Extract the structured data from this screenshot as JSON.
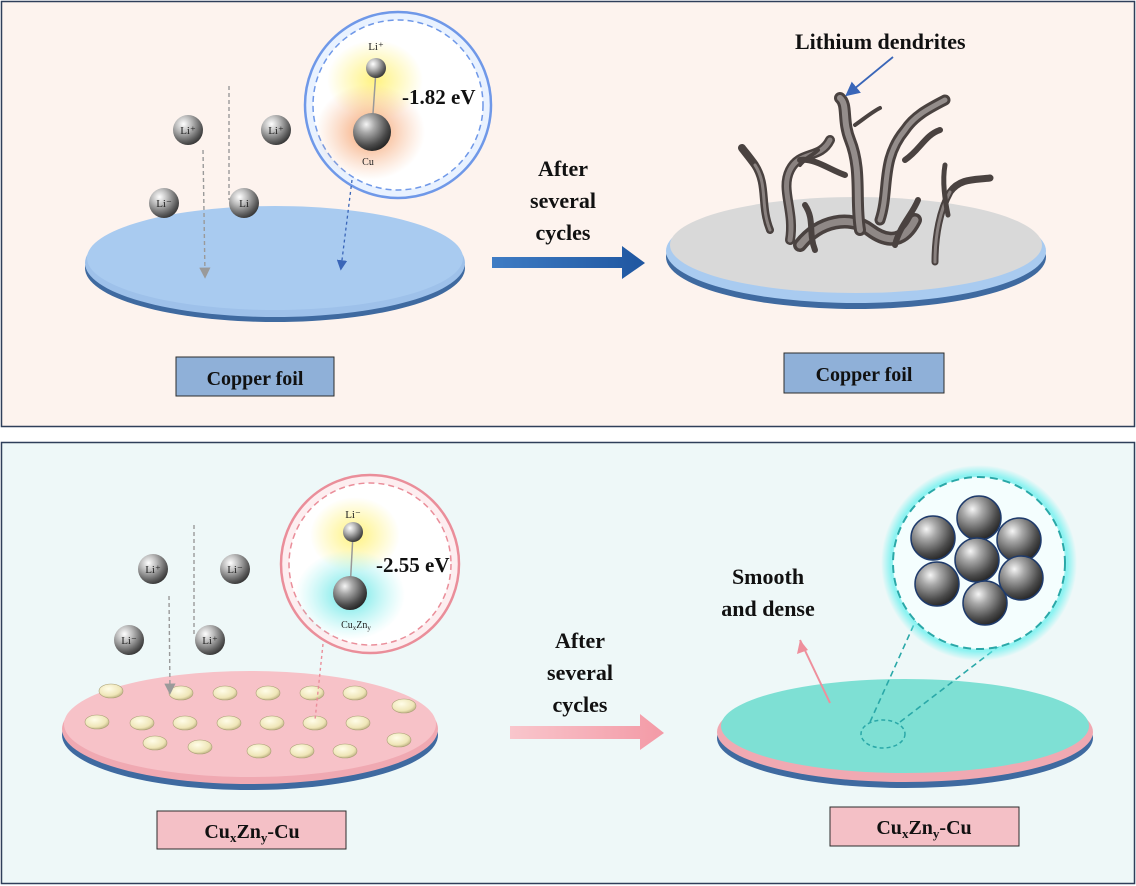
{
  "top": {
    "left_label": "Copper foil",
    "right_label": "Copper foil",
    "ions": [
      "Li⁺",
      "Li⁺",
      "Li⁻",
      "Li"
    ],
    "inset_ion": "Li⁺",
    "inset_atom": "Cu",
    "energy": "-1.82 eV",
    "arrow_lines": [
      "After",
      "several",
      "cycles"
    ],
    "annotation": "Lithium dendrites",
    "colors": {
      "panel_bg": "#fdf3ee",
      "disk": "#a9c8ee",
      "arrow": "#2a5fa6",
      "label_box": "#8fb0d8"
    }
  },
  "bottom": {
    "left_label_parts": [
      "Cu",
      "x",
      "Zn",
      "y",
      "-Cu"
    ],
    "right_label_parts": [
      "Cu",
      "x",
      "Zn",
      "y",
      "-Cu"
    ],
    "ions": [
      "Li⁺",
      "Li⁻",
      "Li⁻",
      "Li⁺"
    ],
    "inset_ion": "Li⁻",
    "inset_atom_parts": [
      "Cu",
      "x",
      "Zn",
      "y"
    ],
    "energy": "-2.55 eV",
    "arrow_lines": [
      "After",
      "several",
      "cycles"
    ],
    "annotation_lines": [
      "Smooth",
      "and dense"
    ],
    "colors": {
      "panel_bg": "#eef8f8",
      "disk": "#f7c2c8",
      "arrow": "#f4a3ae",
      "label_box": "#f4c0c6",
      "lithium_layer": "#7ee0d4"
    }
  }
}
